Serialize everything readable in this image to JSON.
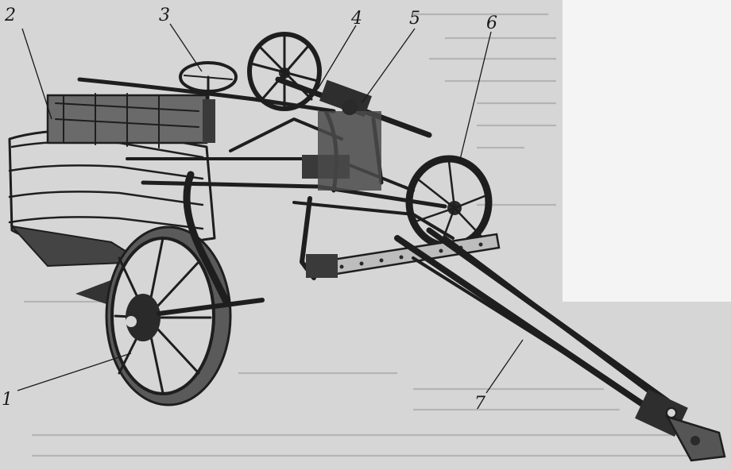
{
  "diagram": {
    "callouts": [
      {
        "id": "1",
        "label": "1"
      },
      {
        "id": "2",
        "label": "2"
      },
      {
        "id": "3",
        "label": "3"
      },
      {
        "id": "4",
        "label": "4"
      },
      {
        "id": "5",
        "label": "5"
      },
      {
        "id": "6",
        "label": "6"
      },
      {
        "id": "7",
        "label": "7"
      }
    ]
  },
  "colors": {
    "background": "#d6d6d6",
    "ink": "#1e1e1e",
    "bleed_through_text": "#9a9a9a"
  }
}
